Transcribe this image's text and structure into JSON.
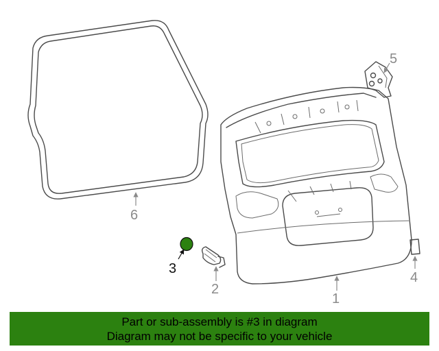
{
  "diagram": {
    "callouts": [
      {
        "number": "1",
        "highlighted": false
      },
      {
        "number": "2",
        "highlighted": false
      },
      {
        "number": "3",
        "highlighted": true
      },
      {
        "number": "4",
        "highlighted": false
      },
      {
        "number": "5",
        "highlighted": false
      },
      {
        "number": "6",
        "highlighted": false
      }
    ],
    "highlight_color": "#2c8110"
  },
  "banner": {
    "line1": "Part or sub-assembly is #3 in diagram",
    "line2": "Diagram may not be specific to your vehicle",
    "background": "#2c8110"
  }
}
